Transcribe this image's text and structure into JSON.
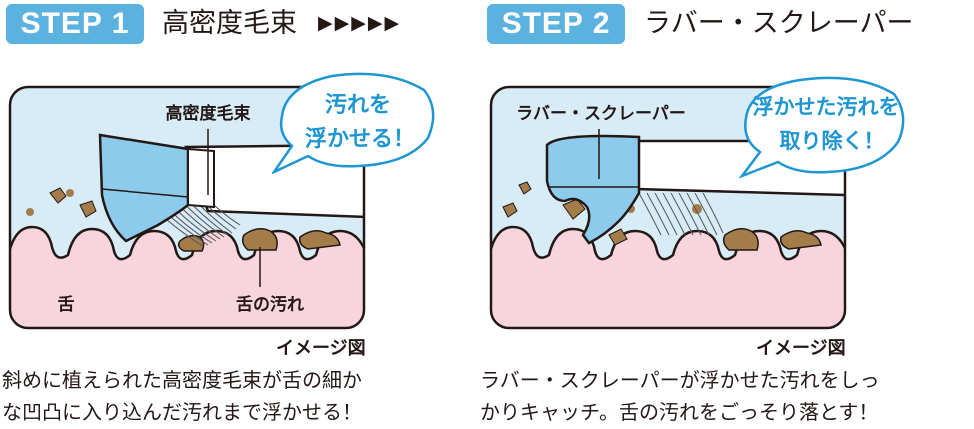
{
  "steps": [
    {
      "badge": "STEP 1",
      "title": "高密度毛束",
      "arrows": "▶▶▶▶▶",
      "label_top": "高密度毛束",
      "bubble_line1": "汚れを",
      "bubble_line2": "浮かせる！",
      "label_tongue": "舌",
      "label_dirt": "舌の汚れ",
      "image_note": "イメージ図",
      "desc_line1": "斜めに植えられた高密度毛束が舌の細か",
      "desc_line2": "な凹凸に入り込んだ汚れまで浮かせる！"
    },
    {
      "badge": "STEP 2",
      "title": "ラバー・スクレーパー",
      "label_top": "ラバー・スクレーパー",
      "bubble_line1": "浮かせた汚れを",
      "bubble_line2": "取り除く！",
      "image_note": "イメージ図",
      "desc_line1": "ラバー・スクレーパーが浮かせた汚れをしっ",
      "desc_line2": "かりキャッチ。舌の汚れをごっそり落とす！"
    }
  ],
  "colors": {
    "badge": "#5bb2df",
    "accent_text": "#1e96d2",
    "sky": "#d7ecf7",
    "tongue": "#f8d5dd",
    "dirt": "#a37c4a",
    "brush_head": "#8ccbec"
  }
}
